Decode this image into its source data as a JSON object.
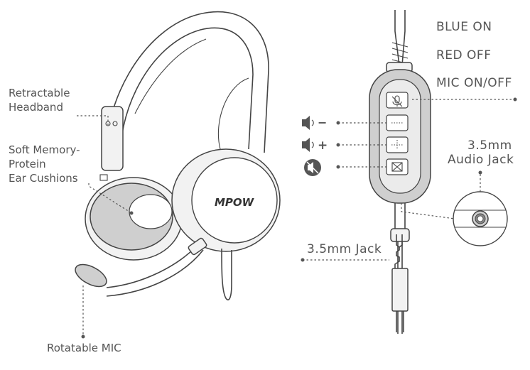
{
  "labels": {
    "retractable_headband": [
      "Retractable",
      "Headband"
    ],
    "soft_memory_protein": [
      "Soft Memory-",
      "Protein",
      "Ear Cushions"
    ],
    "rotatable_mic": "Rotatable MIC",
    "blue_on": "BLUE  ON",
    "red_off": "RED    OFF",
    "mic_on_off": "MIC ON/OFF",
    "audio_jack": [
      "3.5mm",
      "Audio Jack"
    ],
    "jack_35": "3.5mm Jack",
    "brand_logo": "MPOW"
  },
  "controls": {
    "vol_down_symbol": "−",
    "vol_up_symbol": "+"
  }
}
